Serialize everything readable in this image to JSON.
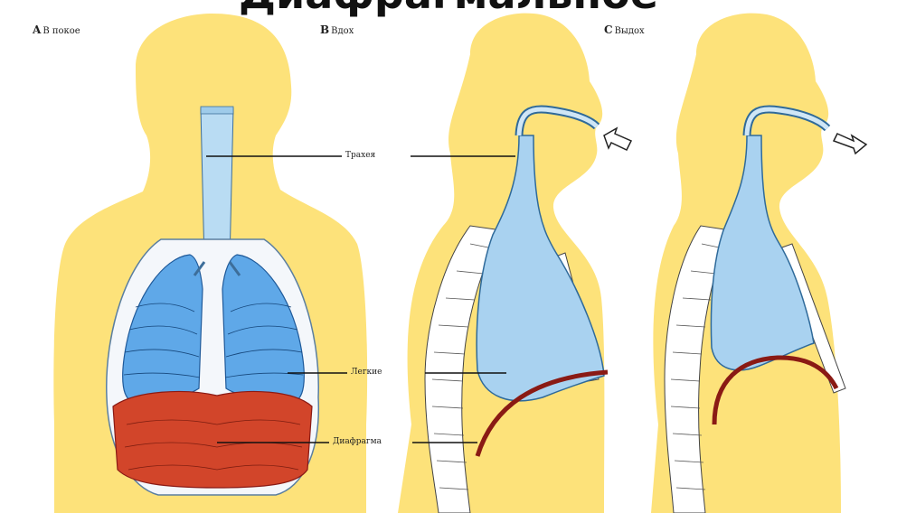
{
  "title": "Диафрагмальное",
  "panels": [
    {
      "letter": "A",
      "caption": "В покое"
    },
    {
      "letter": "B",
      "caption": "Вдох"
    },
    {
      "letter": "C",
      "caption": "Выдох"
    }
  ],
  "labels": {
    "trachea": "Трахея",
    "lungs": "Легкие",
    "diaphragm": "Диафрагма"
  },
  "colors": {
    "body": "#fde27a",
    "lung": "#5fa8e8",
    "diaphragm": "#d2452a",
    "diaphragm_line": "#8a1a14",
    "cavity": "#a9d2f0",
    "bone": "#ffffff"
  }
}
